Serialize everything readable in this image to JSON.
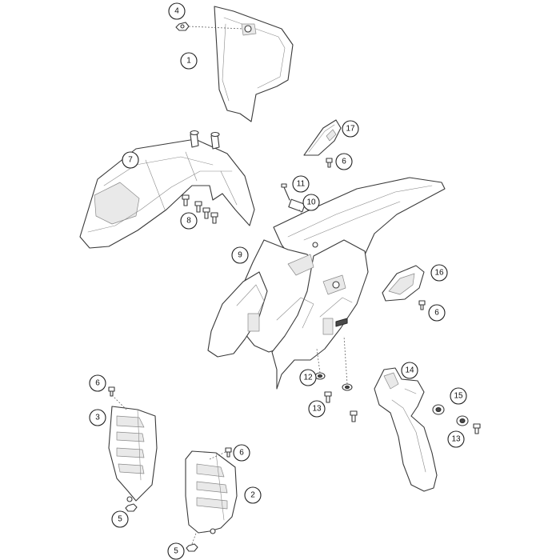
{
  "callouts": [
    "4",
    "1",
    "17",
    "6",
    "7",
    "11",
    "10",
    "8",
    "9",
    "16",
    "6",
    "14",
    "12",
    "15",
    "13",
    "6",
    "13",
    "3",
    "6",
    "2",
    "5",
    "5"
  ],
  "colors": {
    "outline": "#3a3a3a",
    "shade": "#e9e9e9",
    "callout_ring": "#222222"
  }
}
